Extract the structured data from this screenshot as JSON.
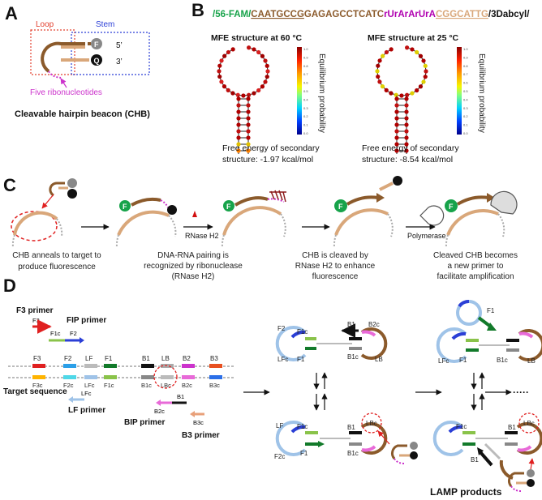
{
  "panels": {
    "a": "A",
    "b": "B",
    "c": "C",
    "d": "D"
  },
  "panel_a": {
    "loop_label": "Loop",
    "stem_label": "Stem",
    "five_prime": "5’",
    "three_prime": "3’",
    "ribo_label": "Five ribonucleotides",
    "title": "Cleavable hairpin beacon (CHB)",
    "fluor_letter": "F",
    "quench_letter": "Q"
  },
  "panel_b": {
    "seq_fam": "/56-FAM/",
    "seq_stem1": "CAATGCCG",
    "seq_loop": "GAGAGCCTCATC",
    "seq_rna": "rUrArArUrA",
    "seq_stem2": "CGGCATTG",
    "seq_dab": "/3Dabcyl/",
    "left_title": "MFE structure at 60 °C",
    "right_title": "MFE structure at 25 °C",
    "colorbar_label": "Equilibrium probability",
    "colorbar_ticks": [
      "1.0",
      "0.9",
      "0.8",
      "0.7",
      "0.6",
      "0.5",
      "0.4",
      "0.3",
      "0.2",
      "0.1",
      "0.0"
    ],
    "left_energy_1": "Free energy of secondary",
    "left_energy_2": "structure: -1.97 kcal/mol",
    "right_energy_1": "Free energy of secondary",
    "right_energy_2": "structure: -8.54 kcal/mol"
  },
  "panel_c": {
    "enzyme_label": "RNase H2",
    "polymerase_label": "Polymerase",
    "step1": [
      "CHB anneals to target to",
      "produce fluorescence"
    ],
    "step2": [
      "DNA-RNA pairing is",
      "recognized by ribonuclease",
      "(RNase H2)"
    ],
    "step3": [
      "CHB is cleaved by",
      "RNase H2 to enhance",
      "fluorescence"
    ],
    "step4": [
      "Cleaved CHB becomes",
      "a new primer to",
      "facilitate amplification"
    ]
  },
  "panel_d": {
    "f3_primer": "F3 primer",
    "fip_primer": "FIP primer",
    "target_sequence": "Target sequence",
    "lf_primer": "LF primer",
    "bip_primer": "BIP primer",
    "b3_primer": "B3 primer",
    "top_strand": [
      "F3",
      "F2",
      "LF",
      "F1",
      "B1",
      "LB",
      "B2",
      "B3"
    ],
    "bottom_strand": [
      "F3c",
      "F2c",
      "LFc",
      "F1c",
      "B1c",
      "LBc",
      "B2c",
      "B3c"
    ],
    "primer_labels": {
      "f3": "F3",
      "f1c": "F1c",
      "f2": "F2",
      "lfc": "LFc",
      "b2c": "B2c",
      "b1": "B1",
      "b3c": "B3c"
    },
    "dumbbell1": {
      "f2": "F2",
      "f1c": "F1c",
      "f1": "F1",
      "lfc": "LFc",
      "b1": "B1",
      "b2c": "B2c",
      "b1c": "B1c",
      "lb": "LB"
    },
    "dumbbell2": {
      "lf": "LF",
      "f1c": "F1c",
      "f1": "F1",
      "f2c": "F2c",
      "b1": "B1",
      "lbc": "LBc",
      "b1c": "B1c"
    },
    "product1": {
      "f1": "F1",
      "f1b": "F1",
      "b1c": "B1c",
      "lfc": "LFc",
      "lb": "LB"
    },
    "product2": {
      "f1c": "F1c",
      "b1": "B1",
      "lbc": "LBc",
      "b1b": "B1"
    },
    "dots": "·····",
    "lamp_products": "LAMP products"
  },
  "colors": {
    "loop_brown": "#8B5A2B",
    "stem_tan": "#D9A77A",
    "ribo_magenta": "#CC33CC",
    "fam_green": "#17A34A",
    "loop_box": "#E2402F",
    "stem_box": "#2B3FD6",
    "rna_purple": "#B000B0"
  }
}
